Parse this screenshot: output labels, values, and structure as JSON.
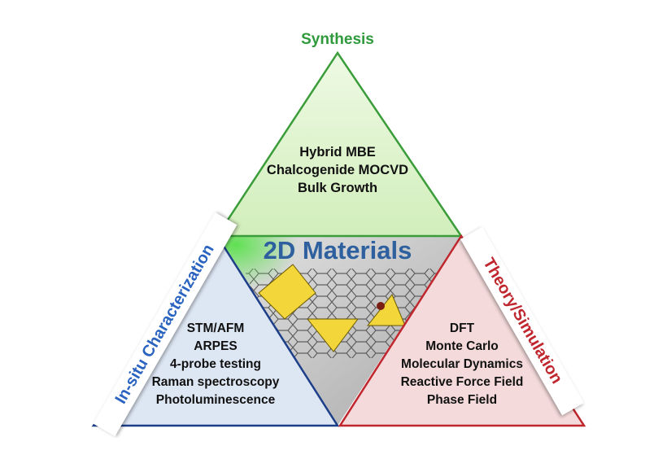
{
  "diagram": {
    "top_vertex_label": "Synthesis",
    "center_title": "2D Materials",
    "left_side_label": "In-situ Characterization",
    "right_side_label": "Theory/Simulation",
    "synthesis_methods": [
      "Hybrid  MBE",
      "Chalcogenide MOCVD",
      "Bulk Growth"
    ],
    "characterization_methods": [
      "STM/AFM",
      "ARPES",
      "4-probe testing",
      "Raman spectroscopy",
      "Photoluminescence"
    ],
    "theory_methods": [
      "DFT",
      "Monte Carlo",
      "Molecular Dynamics",
      "Reactive Force Field",
      "Phase Field"
    ]
  },
  "colors": {
    "synthesis_fill": "#daf2c6",
    "synthesis_stroke": "#3a9d3a",
    "synthesis_text": "#2f9a3c",
    "characterization_fill": "#dde6f3",
    "characterization_stroke": "#1d3f8a",
    "characterization_text": "#2a64c0",
    "theory_fill": "#f4dada",
    "theory_stroke": "#c0262e",
    "theory_text": "#c0262e",
    "center_text": "#2e5f9e",
    "center_fill": "#c9c9c9"
  }
}
